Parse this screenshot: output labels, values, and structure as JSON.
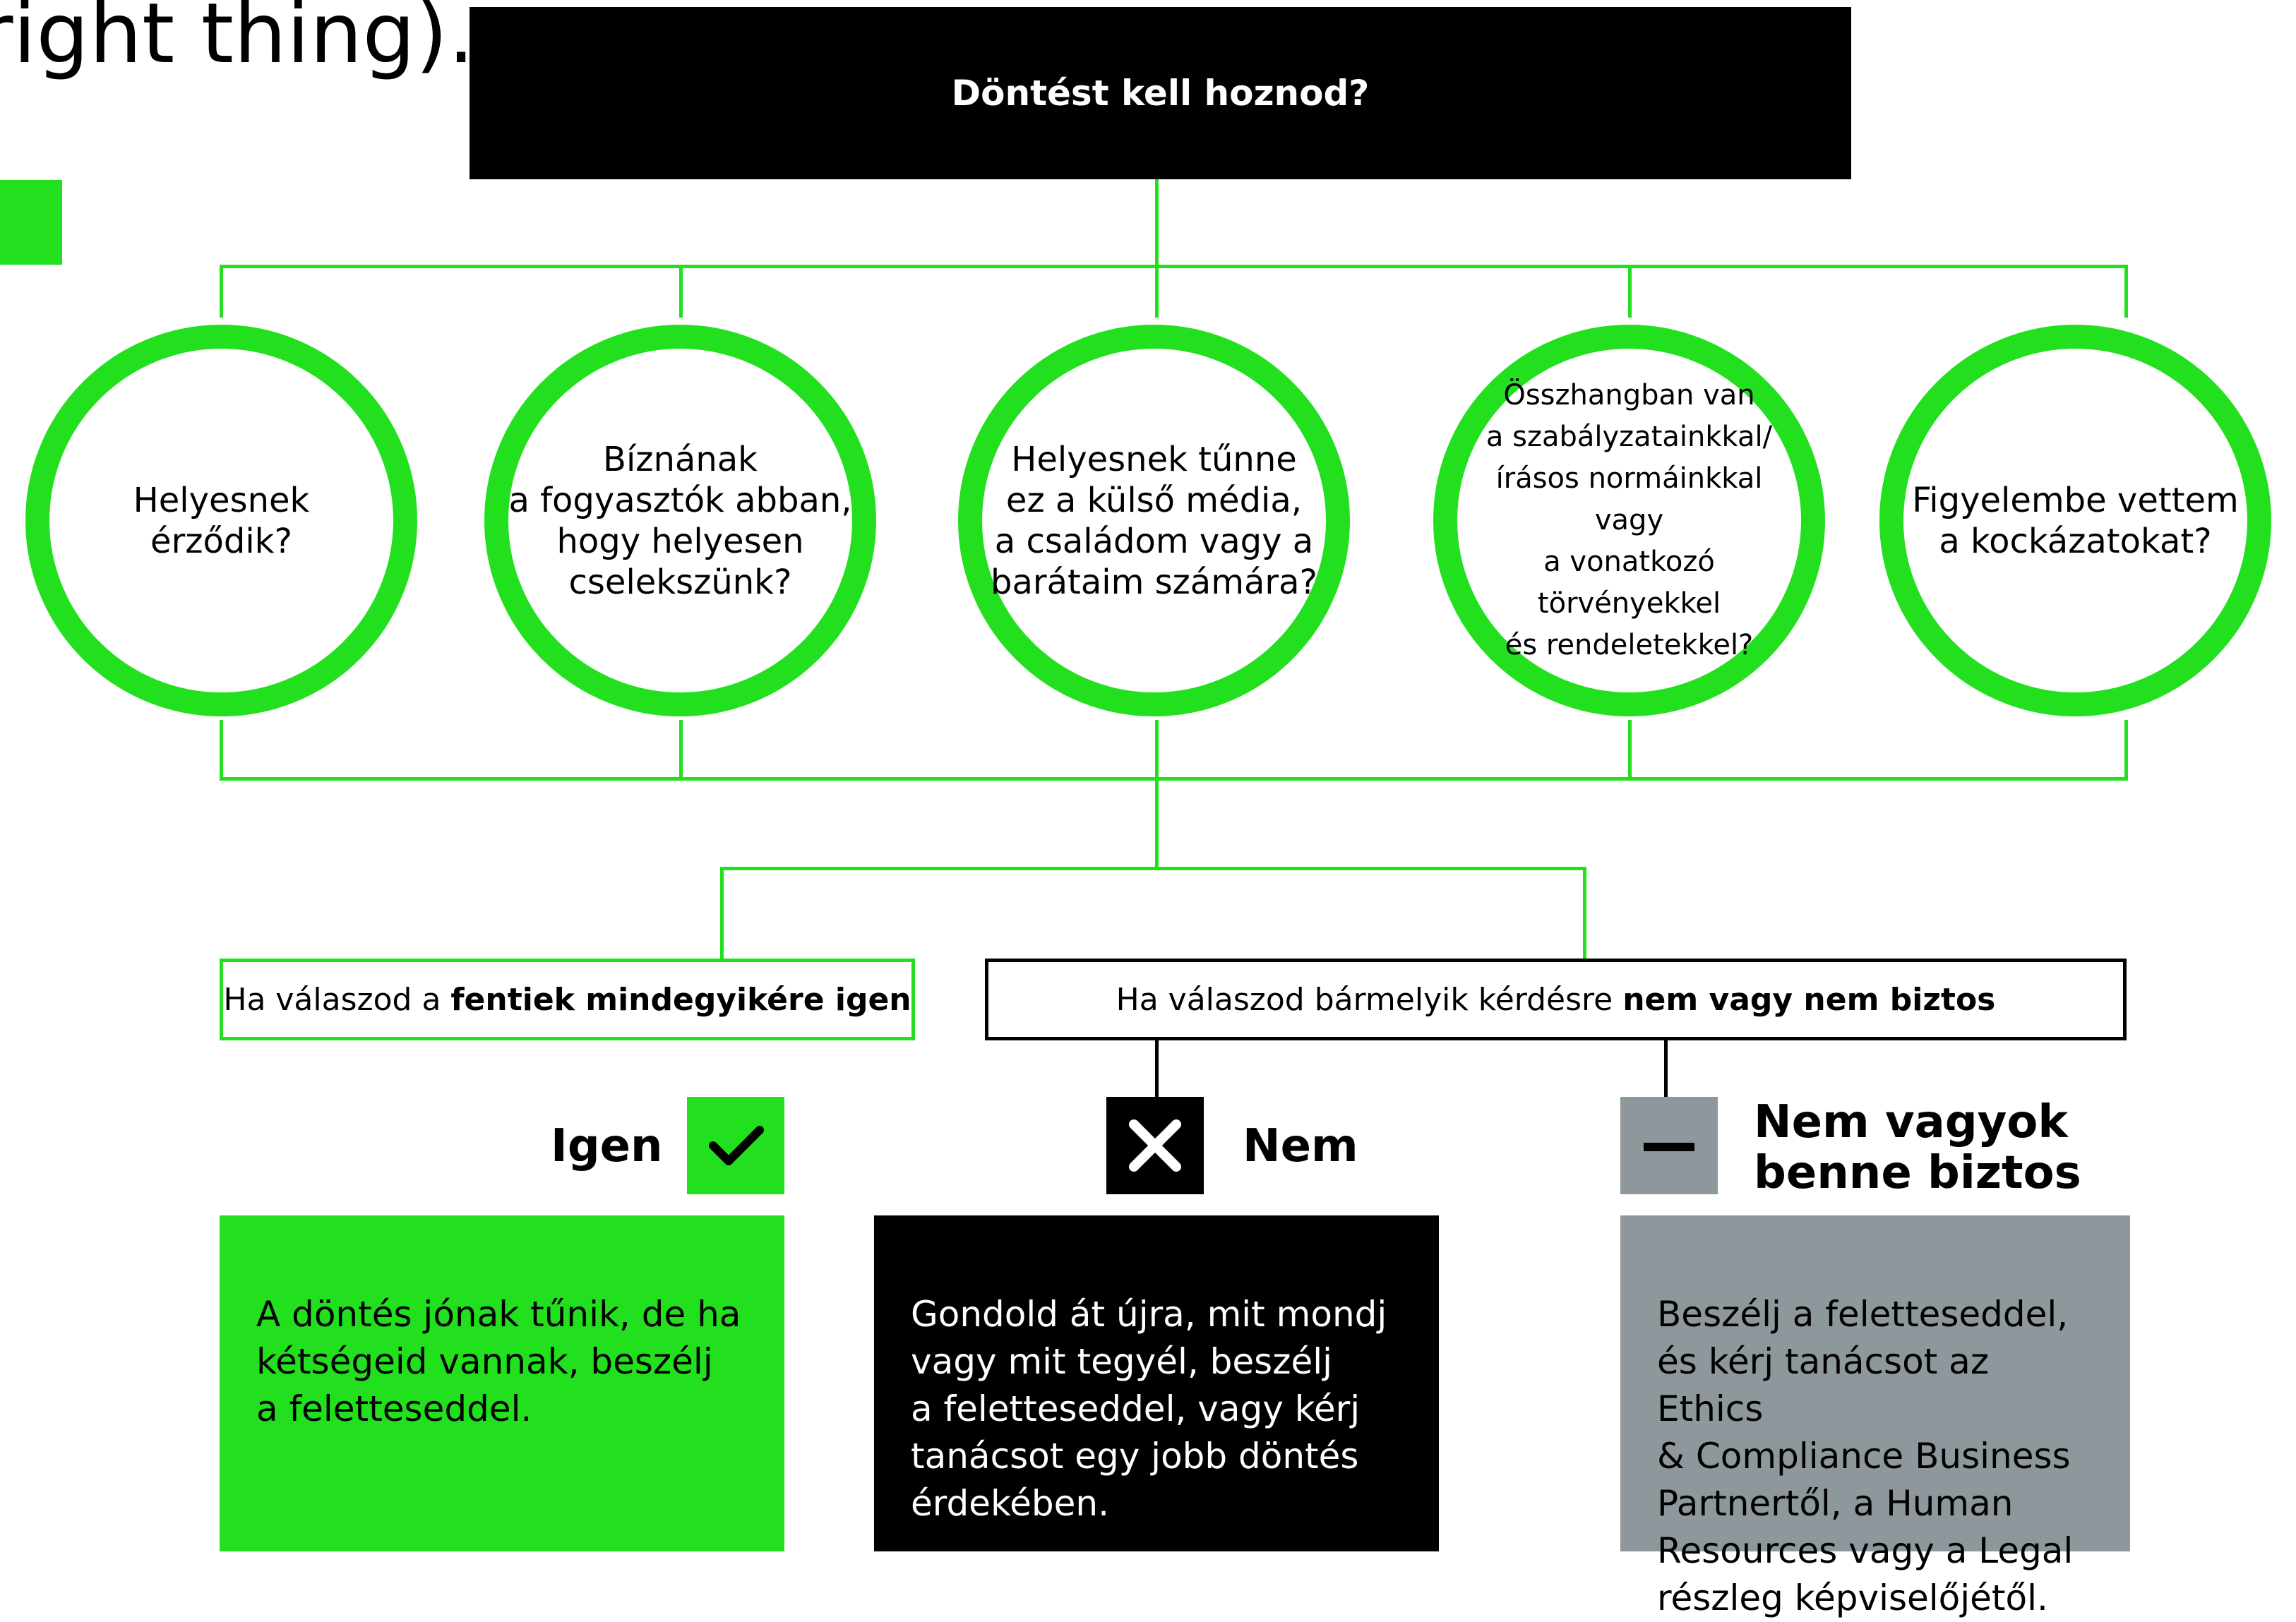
{
  "header_fragment": "right thing).",
  "top_question": "Döntést kell hoznod?",
  "questions": [
    {
      "text": "Helyesnek\nérződik?"
    },
    {
      "text": "Bíznának\na fogyasztók abban,\nhogy helyesen\ncselekszünk?"
    },
    {
      "text": "Helyesnek tűnne\nez a külső média,\na családom vagy a\nbarátaim számára?"
    },
    {
      "text": "Összhangban van\na szabályzatainkkal/\nírásos normáinkkal vagy\na vonatkozó törvényekkel\nés rendeletekkel?"
    },
    {
      "text": "Figyelembe vettem\na kockázatokat?"
    }
  ],
  "conditions": {
    "yes": {
      "prefix": "Ha válaszod a ",
      "bold": "fentiek mindegyikére igen"
    },
    "no": {
      "prefix": "Ha válaszod bármelyik kérdésre ",
      "bold": "nem vagy nem biztos"
    }
  },
  "outcomes": {
    "yes": {
      "title": "Igen",
      "icon": "check-icon",
      "text": "A döntés jónak tűnik, de ha\nkétségeid vannak, beszélj\na feletteseddel.",
      "color": "#22e01e"
    },
    "no": {
      "title": "Nem",
      "icon": "x-icon",
      "text": "Gondold át újra, mit mondj\nvagy mit tegyél, beszélj\na feletteseddel, vagy kérj\ntanácsot egy jobb döntés\nérdekében.",
      "color": "#000000"
    },
    "unsure": {
      "title": "Nem vagyok\nbenne biztos",
      "icon": "minus-icon",
      "text": "Beszélj a feletteseddel,\nés kérj tanácsot az Ethics\n& Compliance Business\nPartnertől, a Human\nResources vagy a Legal\nrészleg képviselőjétől.",
      "color": "#8e979b"
    }
  },
  "colors": {
    "accent": "#22e01e",
    "gray": "#8e979b",
    "black": "#000000"
  }
}
